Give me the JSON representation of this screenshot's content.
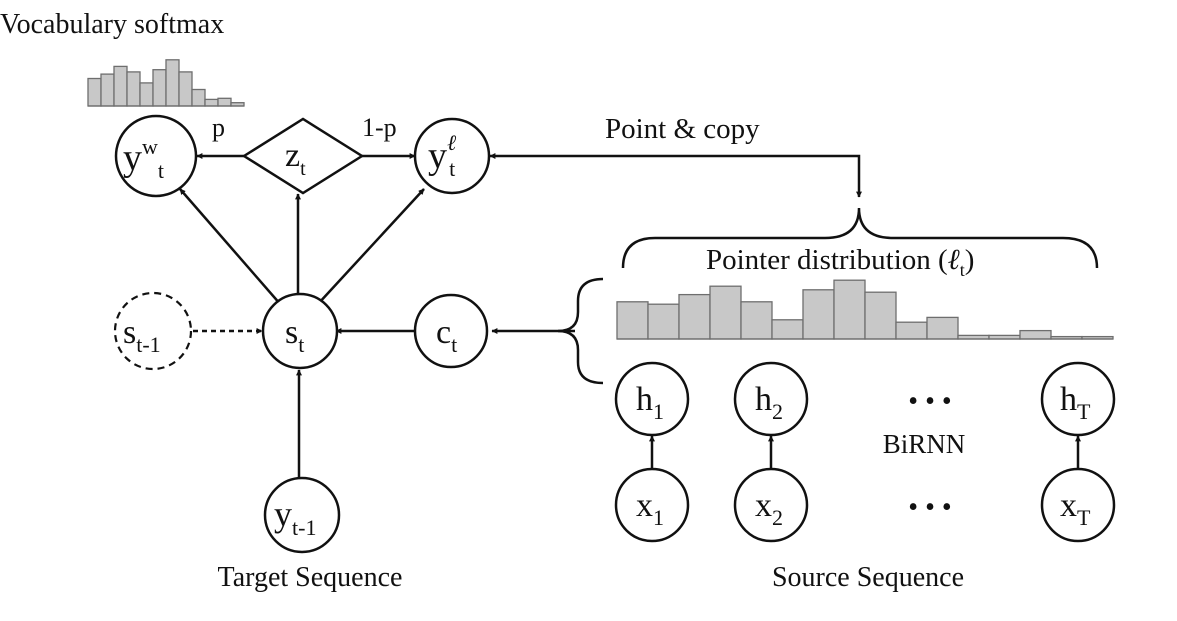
{
  "labels": {
    "vocab_softmax": "Vocabulary softmax",
    "p": "p",
    "one_minus_p": "1-p",
    "point_copy": "Point & copy",
    "pointer_dist_prefix": "Pointer distribution (",
    "pointer_dist_symbol": "ℓ",
    "pointer_dist_sub": "t",
    "pointer_dist_suffix": ")",
    "birnn": "BiRNN",
    "target_seq": "Target Sequence",
    "source_seq": "Source Sequence",
    "ellipsis": "• • •"
  },
  "nodes": {
    "yw": {
      "base": "y",
      "sup": "w",
      "sub": "t"
    },
    "z": {
      "base": "z",
      "sub": "t"
    },
    "yl": {
      "base": "y",
      "sup": "ℓ",
      "sub": "t"
    },
    "s_prev": {
      "base": "s",
      "sub": "t-1"
    },
    "s": {
      "base": "s",
      "sub": "t"
    },
    "c": {
      "base": "c",
      "sub": "t"
    },
    "y_prev": {
      "base": "y",
      "sub": "t-1"
    },
    "h1": {
      "base": "h",
      "sub": "1"
    },
    "h2": {
      "base": "h",
      "sub": "2"
    },
    "hT": {
      "base": "h",
      "sub": "T"
    },
    "x1": {
      "base": "x",
      "sub": "1"
    },
    "x2": {
      "base": "x",
      "sub": "2"
    },
    "xT": {
      "base": "x",
      "sub": "T"
    }
  },
  "vocab_bars": [
    0.5,
    0.58,
    0.72,
    0.62,
    0.42,
    0.66,
    0.84,
    0.62,
    0.3,
    0.12,
    0.14,
    0.06
  ],
  "pointer_bars": [
    0.62,
    0.58,
    0.74,
    0.88,
    0.62,
    0.32,
    0.82,
    0.98,
    0.78,
    0.28,
    0.36,
    0.06,
    0.06,
    0.14,
    0.04,
    0.04
  ]
}
